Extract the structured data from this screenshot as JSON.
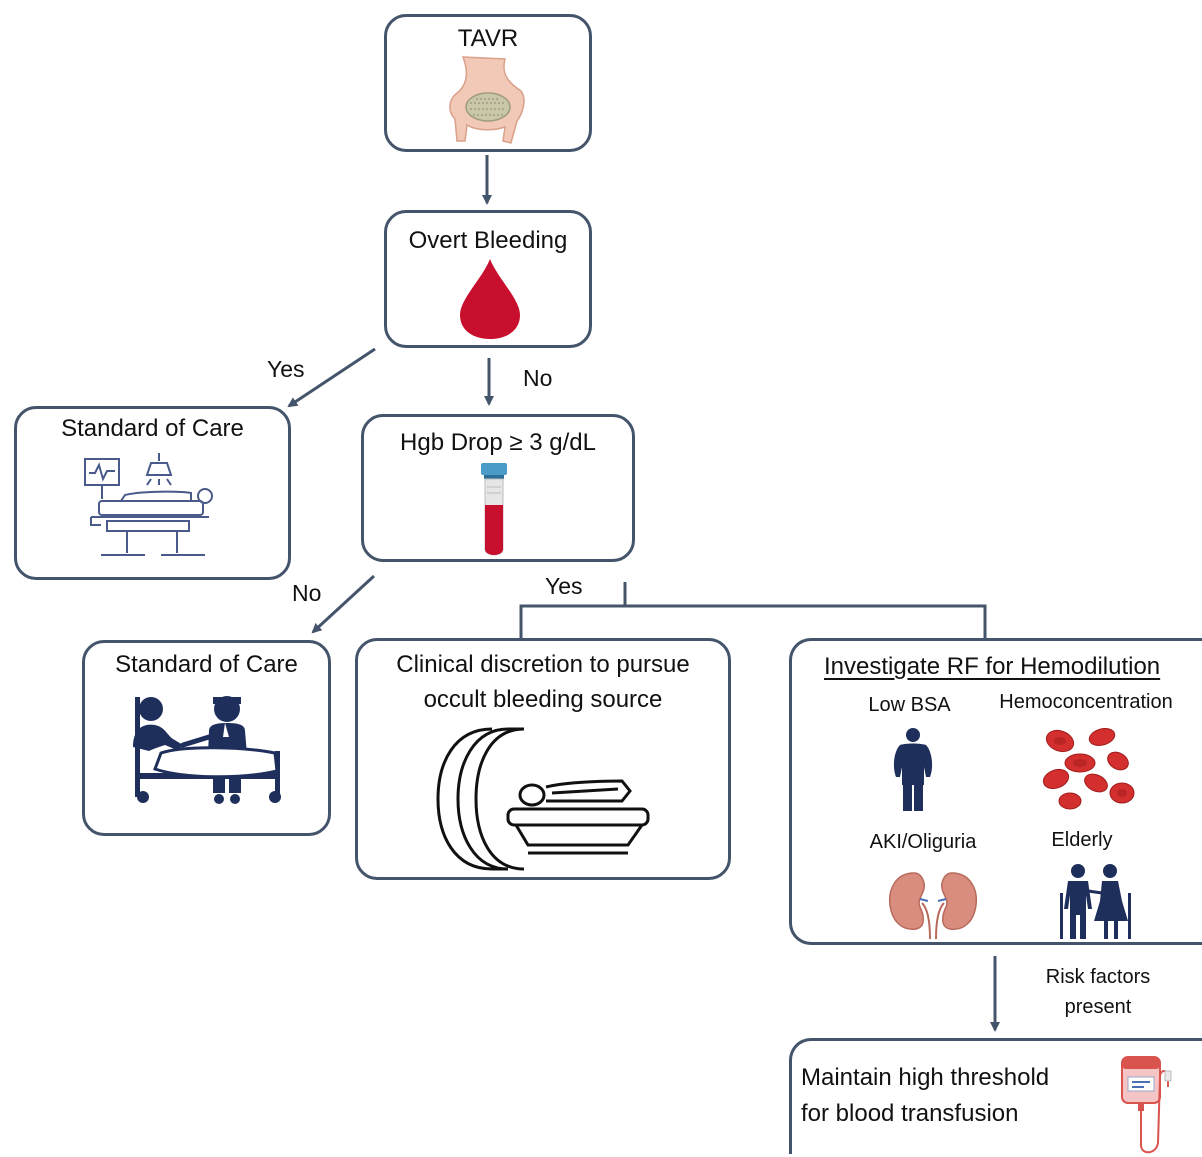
{
  "nodes": {
    "tavr": {
      "title": "TAVR"
    },
    "overt_bleeding": {
      "title": "Overt Bleeding"
    },
    "soc_top": {
      "title": "Standard of Care"
    },
    "hgb_drop": {
      "title": "Hgb Drop ≥ 3 g/dL"
    },
    "soc_bottom": {
      "title": "Standard of Care"
    },
    "clinical": {
      "line1": "Clinical discretion to pursue",
      "line2": "occult bleeding source"
    },
    "investigate": {
      "title": "Investigate RF for Hemodilution",
      "factors": [
        "Low BSA",
        "Hemoconcentration",
        "AKI/Oliguria",
        "Elderly"
      ]
    },
    "maintain": {
      "line1": "Maintain high threshold",
      "line2": "for blood transfusion"
    }
  },
  "edges": {
    "yes_1": "Yes",
    "no_1": "No",
    "no_2": "No",
    "yes_2": "Yes",
    "risk_line1": "Risk factors",
    "risk_line2": "present"
  },
  "colors": {
    "box_border": "#44546a",
    "arrow": "#44546a",
    "icon_navy": "#1f2f5c",
    "outline_icon": "#4a5a8a",
    "blood_red": "#c8102e",
    "kidney": "#d98d7e"
  }
}
